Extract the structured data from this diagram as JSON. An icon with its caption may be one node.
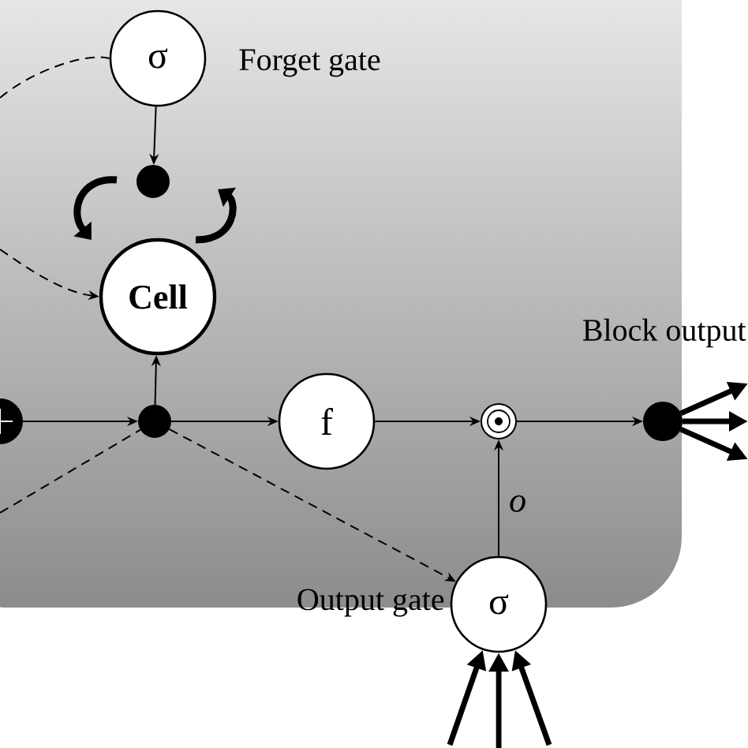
{
  "diagram": {
    "nodes": [
      {
        "text": [
          "σ"
        ],
        "beside": [
          "Forget gate"
        ]
      },
      {
        "text": [],
        "shape": "circle"
      },
      {
        "text": [
          "Cell"
        ]
      },
      {
        "text": [],
        "shape": "circle"
      },
      {
        "text": [],
        "shape": "circle"
      },
      {
        "text": [
          "f"
        ]
      },
      {
        "text": [],
        "shape": "circle"
      },
      {
        "text": [
          "σ"
        ],
        "beside": [
          "Output gate"
        ]
      },
      {
        "text": [],
        "shape": "circle",
        "beside": [
          "Block output"
        ]
      }
    ],
    "edges": [
      {
        "from": 0,
        "to": 1,
        "arrow": "to"
      },
      {
        "from": null,
        "to": 0,
        "arrow": "none",
        "style": "dashed"
      },
      {
        "from": null,
        "to": 2,
        "arrow": "to",
        "style": "dashed"
      },
      {
        "from": 3,
        "to": 4,
        "arrow": "to"
      },
      {
        "from": 4,
        "to": 2,
        "arrow": "to"
      },
      {
        "from": 4,
        "to": 5,
        "arrow": "to"
      },
      {
        "from": 5,
        "to": 6,
        "arrow": "to"
      },
      {
        "from": 7,
        "to": 6,
        "arrow": "to",
        "label": "o"
      },
      {
        "from": 6,
        "to": 8,
        "arrow": "to"
      },
      {
        "from": 4,
        "to": 7,
        "arrow": "to",
        "style": "dashed"
      },
      {
        "from": null,
        "to": 4,
        "arrow": "none",
        "style": "dashed"
      },
      {
        "from": 8,
        "to": null,
        "arrow": "to",
        "style": "thick"
      },
      {
        "from": 8,
        "to": null,
        "arrow": "to",
        "style": "thick"
      },
      {
        "from": 8,
        "to": null,
        "arrow": "to",
        "style": "thick"
      },
      {
        "from": null,
        "to": 7,
        "arrow": "to",
        "style": "thick"
      },
      {
        "from": null,
        "to": 7,
        "arrow": "to",
        "style": "thick"
      },
      {
        "from": null,
        "to": 7,
        "arrow": "to",
        "style": "thick"
      }
    ]
  }
}
